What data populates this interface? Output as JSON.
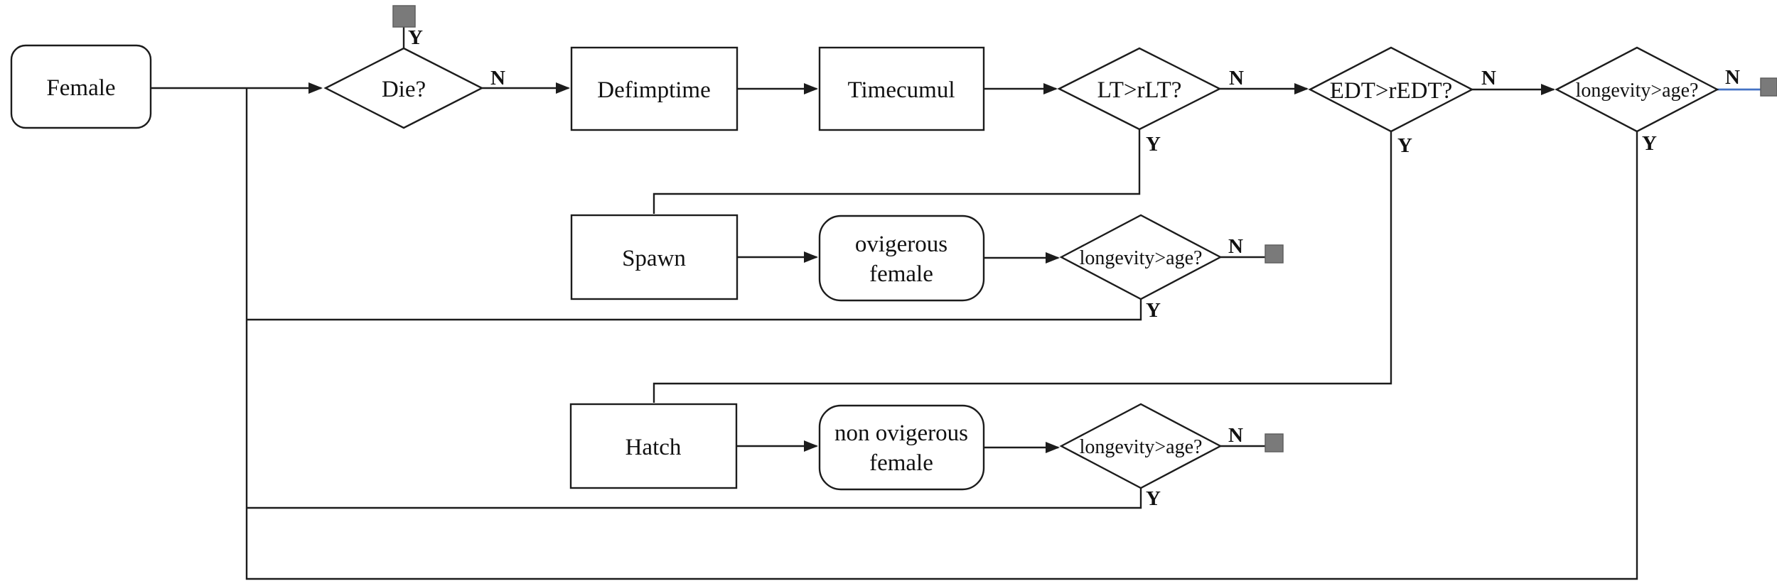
{
  "diagram": {
    "background": "#ffffff",
    "colors": {
      "line": "#1c1c1c",
      "terminator_fill": "#7a7a7a",
      "terminator_border": "#5f5f5f",
      "selected_connector": "#4472c4",
      "shape_fill": "#ffffff",
      "shape_border": "#1c1c1c"
    },
    "edge_labels": {
      "yes": "Y",
      "no": "N"
    },
    "nodes": {
      "female": {
        "label": "Female",
        "type": "rounded-start"
      },
      "die": {
        "label": "Die?",
        "type": "decision"
      },
      "defimptime": {
        "label": "Defimptime",
        "type": "process"
      },
      "timecumul": {
        "label": "Timecumul",
        "type": "process"
      },
      "lt": {
        "label": "LT>rLT?",
        "type": "decision"
      },
      "edt": {
        "label": "EDT>rEDT?",
        "type": "decision"
      },
      "longevity_top": {
        "label": "longevity>age?",
        "type": "decision"
      },
      "spawn": {
        "label": "Spawn",
        "type": "process"
      },
      "ovigerous": {
        "line1": "ovigerous",
        "line2": "female",
        "type": "rounded"
      },
      "longevity_mid": {
        "label": "longevity>age?",
        "type": "decision"
      },
      "hatch": {
        "label": "Hatch",
        "type": "process"
      },
      "non_ovigerous": {
        "line1": "non ovigerous",
        "line2": "female",
        "type": "rounded"
      },
      "longevity_bottom": {
        "label": "longevity>age?",
        "type": "decision"
      }
    }
  }
}
